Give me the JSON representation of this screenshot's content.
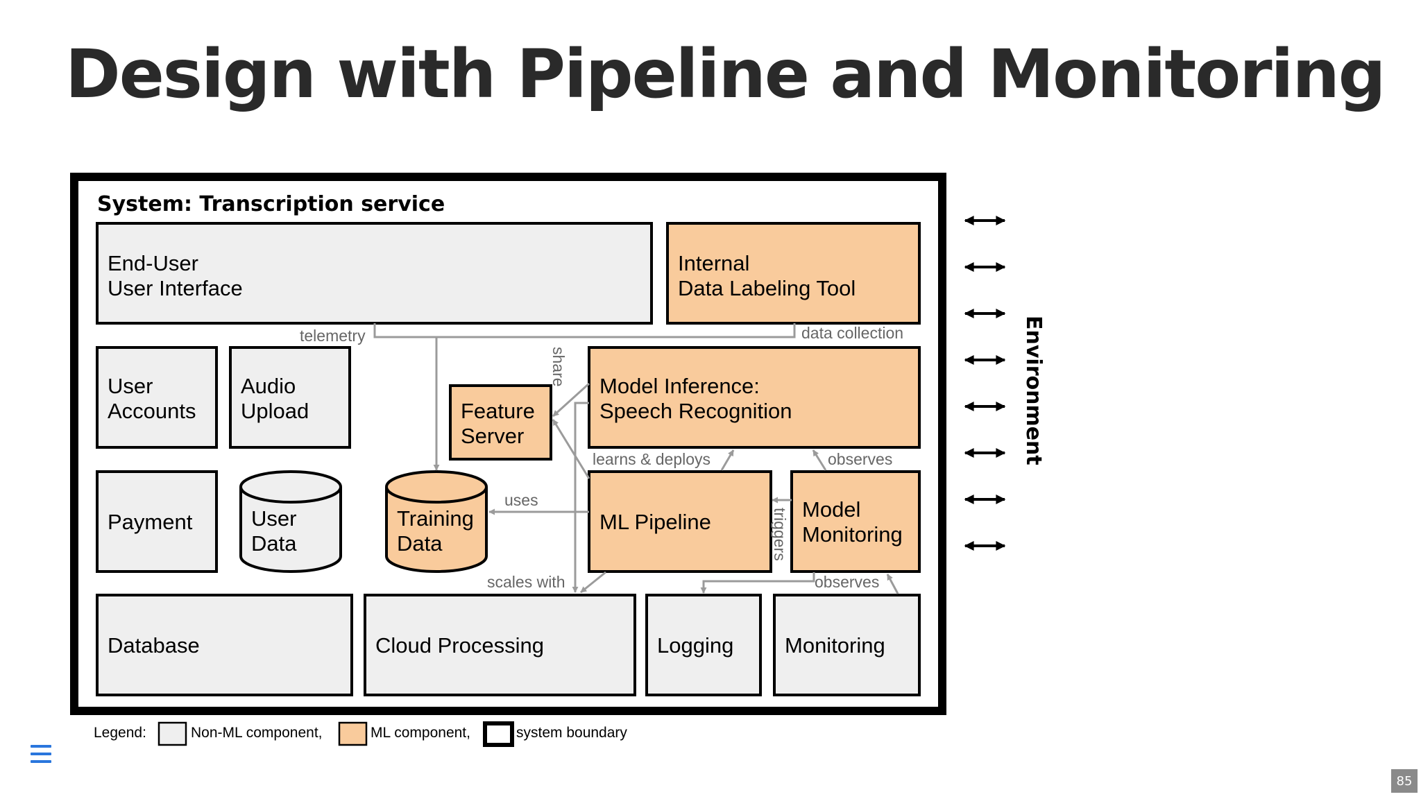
{
  "slide": {
    "title": "Design with Pipeline and Monitoring",
    "page_number": "85"
  },
  "system": {
    "label": "System: Transcription service",
    "environment_label": "Environment"
  },
  "components": {
    "end_user_ui": [
      "End-User",
      "User Interface"
    ],
    "labeling_tool": [
      "Internal",
      "Data Labeling Tool"
    ],
    "user_accounts": [
      "User",
      "Accounts"
    ],
    "audio_upload": [
      "Audio",
      "Upload"
    ],
    "feature_server": [
      "Feature",
      "Server"
    ],
    "model_inference": [
      "Model Inference:",
      "Speech Recognition"
    ],
    "payment": "Payment",
    "user_data": [
      "User",
      "Data"
    ],
    "training_data": [
      "Training",
      "Data"
    ],
    "ml_pipeline": "ML Pipeline",
    "model_monitoring": [
      "Model",
      "Monitoring"
    ],
    "database": "Database",
    "cloud_processing": "Cloud Processing",
    "logging": "Logging",
    "monitoring": "Monitoring"
  },
  "edges": {
    "telemetry": "telemetry",
    "data_collection": "data collection",
    "share": "share",
    "uses": "uses",
    "learns_deploys": "learns & deploys",
    "observes_top": "observes",
    "triggers": "triggers",
    "scales_with": "scales with",
    "observes_bottom": "observes"
  },
  "legend": {
    "title": "Legend:",
    "non_ml": "Non-ML component,",
    "ml": "ML component,",
    "boundary": "system boundary"
  },
  "colors": {
    "non_ml_fill": "#efefef",
    "ml_fill": "#f9cb9c",
    "arrow_gray": "#9b9b9b",
    "menu_blue": "#2a76dd"
  }
}
